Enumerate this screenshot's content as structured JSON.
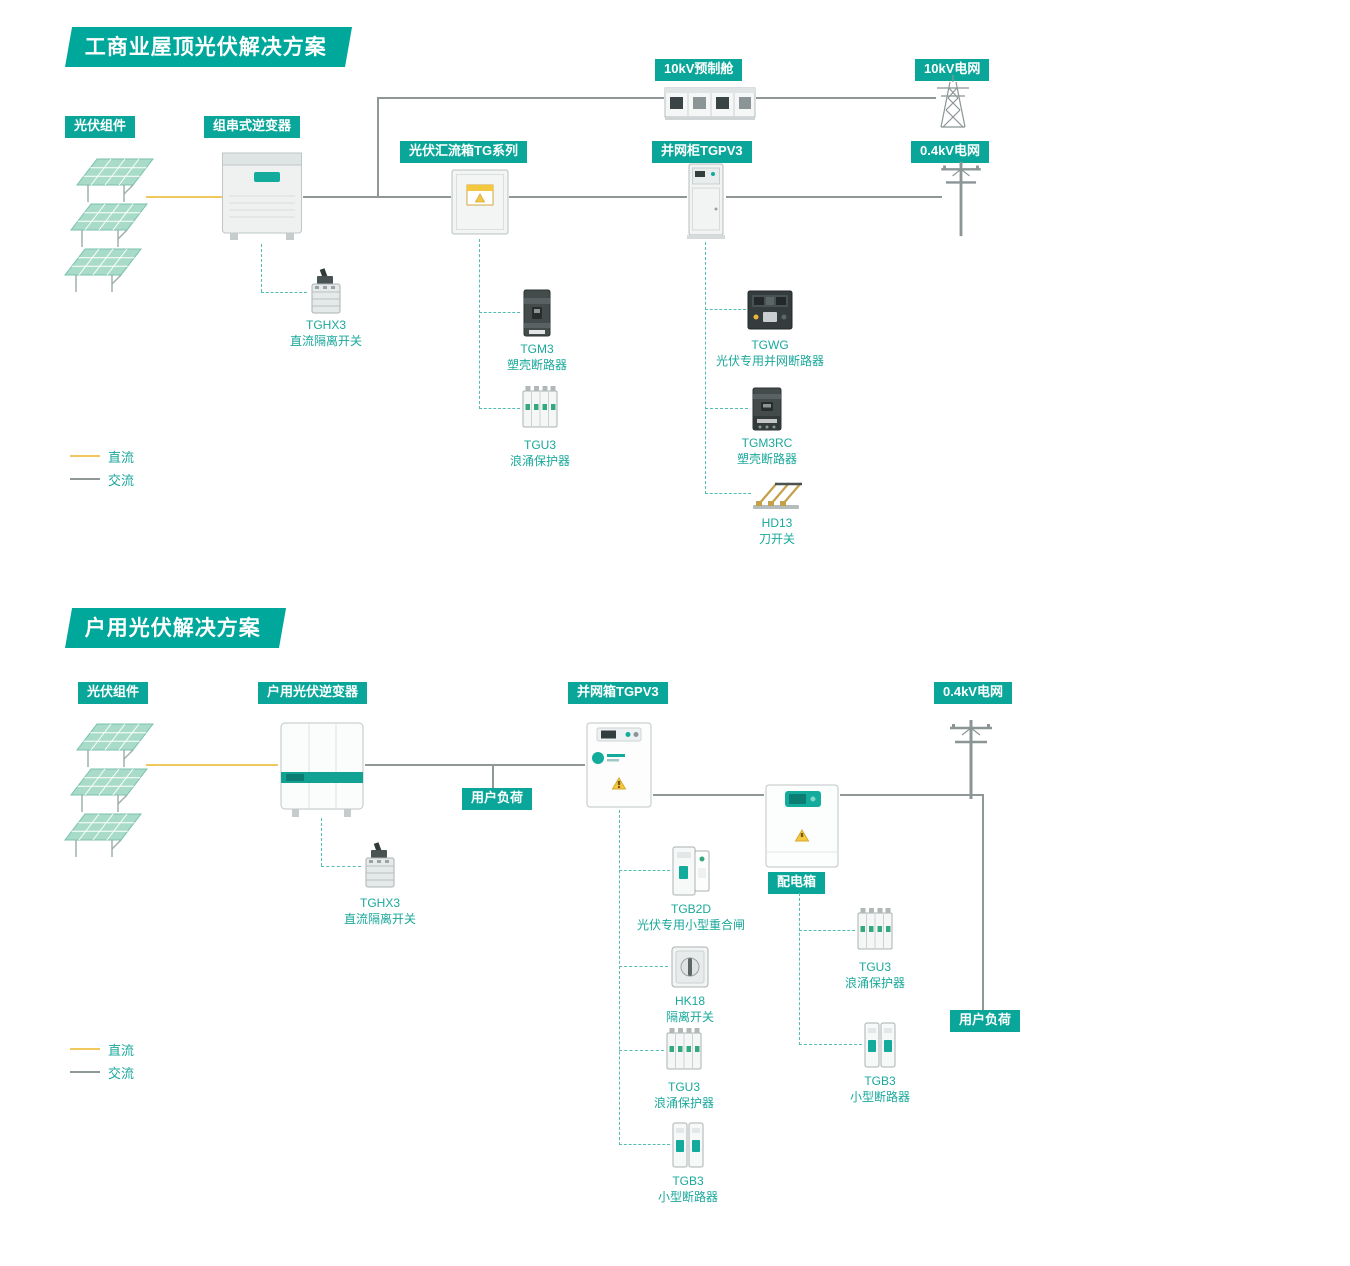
{
  "colors": {
    "teal": "#0aa69a",
    "banner_teal": "#00a79b",
    "dc_line": "#f1c75f",
    "ac_line": "#8f9797",
    "dashed_connector": "#54bdb2",
    "warning_yellow": "#f5c841"
  },
  "s1": {
    "title": "工商业屋顶光伏解决方案",
    "nodes": {
      "pv": "光伏组件",
      "inverter": "组串式逆变器",
      "combiner": "光伏汇流箱TG系列",
      "cabin": "10kV预制舱",
      "cabinet": "并网柜TGPV3",
      "grid10kv": "10kV电网",
      "grid04kv": "0.4kV电网"
    },
    "components": [
      {
        "model": "TGHX3",
        "desc": "直流隔离开关"
      },
      {
        "model": "TGM3",
        "desc": "塑壳断路器"
      },
      {
        "model": "TGU3",
        "desc": "浪涌保护器"
      },
      {
        "model": "TGWG",
        "desc": "光伏专用并网断路器"
      },
      {
        "model": "TGM3RC",
        "desc": "塑壳断路器"
      },
      {
        "model": "HD13",
        "desc": "刀开关"
      }
    ],
    "legend": {
      "dc": "直流",
      "ac": "交流"
    }
  },
  "s2": {
    "title": "户用光伏解决方案",
    "nodes": {
      "pv": "光伏组件",
      "inverter": "户用光伏逆变器",
      "gridbox": "并网箱TGPV3",
      "grid04kv": "0.4kV电网",
      "load_mid": "用户负荷",
      "distbox": "配电箱",
      "load_right": "用户负荷"
    },
    "components": [
      {
        "model": "TGHX3",
        "desc": "直流隔离开关"
      },
      {
        "model": "TGB2D",
        "desc": "光伏专用小型重合闸"
      },
      {
        "model": "HK18",
        "desc": "隔离开关"
      },
      {
        "model": "TGU3",
        "desc": "浪涌保护器"
      },
      {
        "model": "TGB3",
        "desc": "小型断路器"
      },
      {
        "model": "TGU3",
        "desc": "浪涌保护器"
      },
      {
        "model": "TGB3",
        "desc": "小型断路器"
      }
    ],
    "legend": {
      "dc": "直流",
      "ac": "交流"
    }
  }
}
